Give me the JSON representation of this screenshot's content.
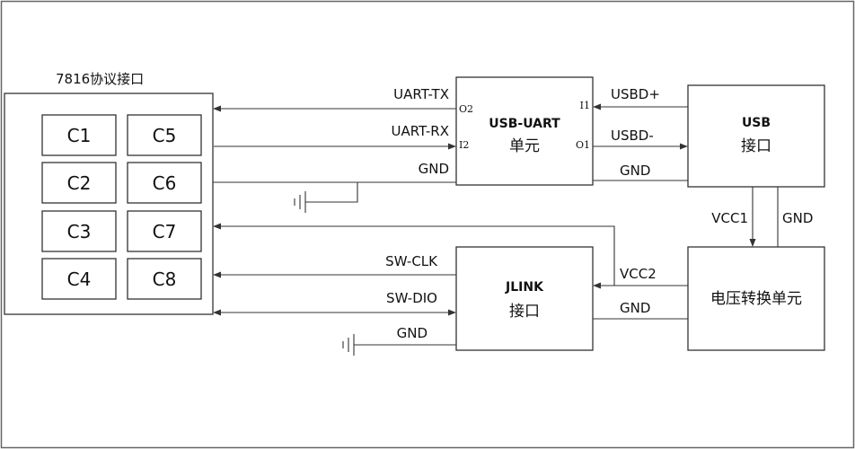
{
  "connector": {
    "title": "7816协议接口",
    "pins": [
      "C1",
      "C5",
      "C2",
      "C6",
      "C3",
      "C7",
      "C4",
      "C8"
    ]
  },
  "usb_uart": {
    "line1": "USB-UART",
    "line2": "单元",
    "port_o2": "O2",
    "port_i2": "I2",
    "port_i1": "I1",
    "port_o1": "O1"
  },
  "usb": {
    "line1": "USB",
    "line2": "接口"
  },
  "jlink": {
    "line1": "JLINK",
    "line2": "接口"
  },
  "power": {
    "label": "电压转换单元"
  },
  "signals": {
    "uart_tx": "UART-TX",
    "uart_rx": "UART-RX",
    "gnd_top": "GND",
    "usbd_plus": "USBD+",
    "usbd_minus": "USBD-",
    "gnd_usb": "GND",
    "vcc1": "VCC1",
    "gnd_right": "GND",
    "sw_clk": "SW-CLK",
    "sw_dio": "SW-DIO",
    "gnd_jlink": "GND",
    "vcc2": "VCC2",
    "gnd_power": "GND"
  }
}
